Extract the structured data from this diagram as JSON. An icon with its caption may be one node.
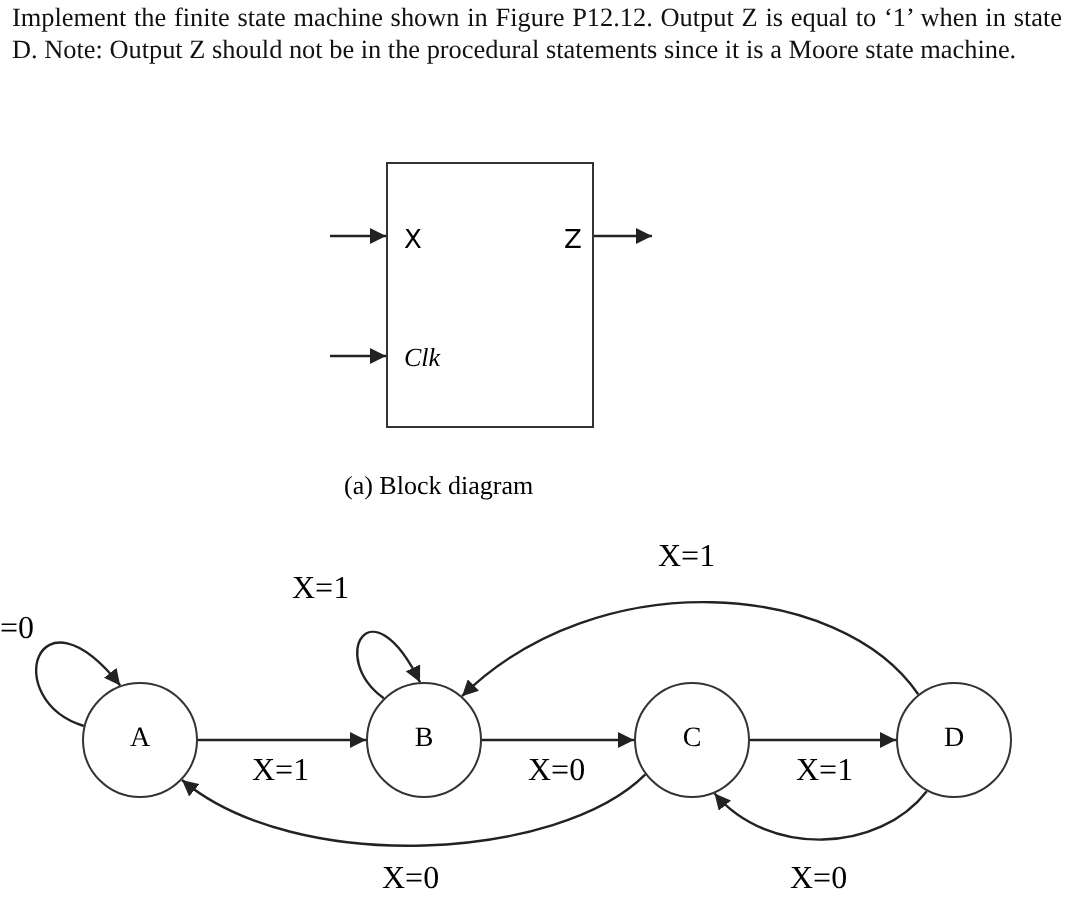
{
  "diagram": {
    "title": "Implement the finite state machine shown in Figure P12.12. Output Z is equal to ‘1’ when in state D. Note: Output Z should not be in the procedural statements since it is a Moore state machine.",
    "nodes": [
      {
        "text": [
          "X",
          "Clk",
          "Z"
        ]
      },
      {
        "text": [
          "A"
        ]
      },
      {
        "text": [
          "B"
        ]
      },
      {
        "text": [
          "C"
        ]
      },
      {
        "text": [
          "D"
        ]
      }
    ],
    "edges": [
      {
        "from": null,
        "to": 0,
        "arrow": "to"
      },
      {
        "from": null,
        "to": 0,
        "arrow": "to"
      },
      {
        "from": 0,
        "to": null,
        "arrow": "to"
      },
      {
        "from": 1,
        "to": 1,
        "arrow": "to",
        "label": "=0"
      },
      {
        "from": 1,
        "to": 2,
        "arrow": "to",
        "label": "X=1"
      },
      {
        "from": 2,
        "to": 2,
        "arrow": "to",
        "label": "X=1"
      },
      {
        "from": 2,
        "to": 3,
        "arrow": "to",
        "label": "X=0"
      },
      {
        "from": 3,
        "to": 1,
        "arrow": "to",
        "label": "X=0"
      },
      {
        "from": 3,
        "to": 4,
        "arrow": "to",
        "label": "X=1"
      },
      {
        "from": 4,
        "to": 2,
        "arrow": "to",
        "label": "X=1"
      },
      {
        "from": 4,
        "to": 3,
        "arrow": "to",
        "label": "X=0"
      }
    ],
    "labels": [
      "(a) Block diagram"
    ]
  }
}
